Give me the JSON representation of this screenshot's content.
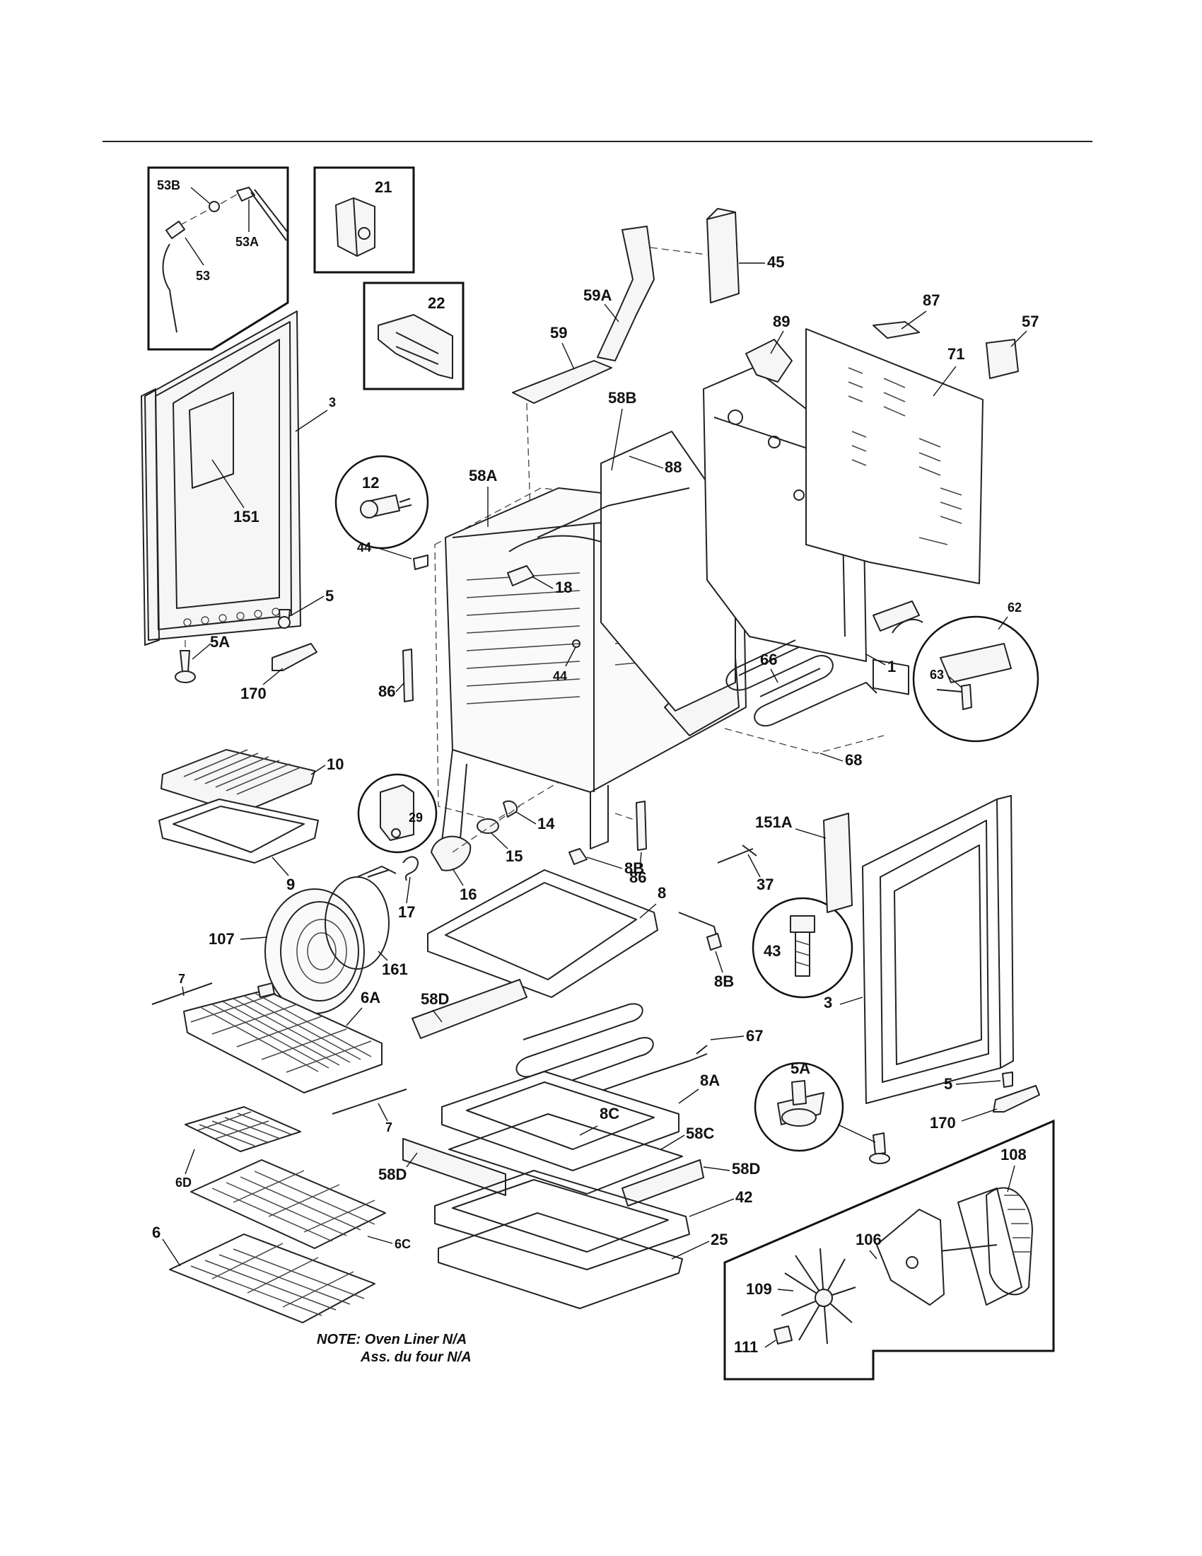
{
  "note": {
    "line1": "NOTE: Oven Liner N/A",
    "line2": "Ass. du four N/A"
  },
  "parts": {
    "p53B": "53B",
    "p53A": "53A",
    "p53": "53",
    "p21": "21",
    "p22": "22",
    "p45": "45",
    "p59A": "59A",
    "p59": "59",
    "p58B": "58B",
    "p88": "88",
    "p89": "89",
    "p87": "87",
    "p71": "71",
    "p57": "57",
    "p3_left": "3",
    "p151": "151",
    "p5_left": "5",
    "p5A_left": "5A",
    "p170_left": "170",
    "p12": "12",
    "p44_a": "44",
    "p58A": "58A",
    "p18": "18",
    "p44_b": "44",
    "p86_a": "86",
    "p86_b": "86",
    "p62": "62",
    "p63": "63",
    "p1": "1",
    "p66": "66",
    "p68": "68",
    "p10": "10",
    "p9": "9",
    "p29": "29",
    "p14": "14",
    "p15": "15",
    "p16": "16",
    "p17": "17",
    "p8B_a": "8B",
    "p151A": "151A",
    "p37": "37",
    "p8": "8",
    "p43": "43",
    "p8B_b": "8B",
    "p3_right": "3",
    "p107": "107",
    "p161": "161",
    "p7_a": "7",
    "p6A": "6A",
    "p7_b": "7",
    "p58D_a": "58D",
    "p67": "67",
    "p8A": "8A",
    "p8C": "8C",
    "p58C": "58C",
    "p58D_b": "58D",
    "p58D_c": "58D",
    "p42": "42",
    "p25": "25",
    "p5A_right": "5A",
    "p5_right": "5",
    "p170_right": "170",
    "p6D": "6D",
    "p6": "6",
    "p6C": "6C",
    "p108": "108",
    "p106": "106",
    "p109": "109",
    "p111": "111"
  }
}
